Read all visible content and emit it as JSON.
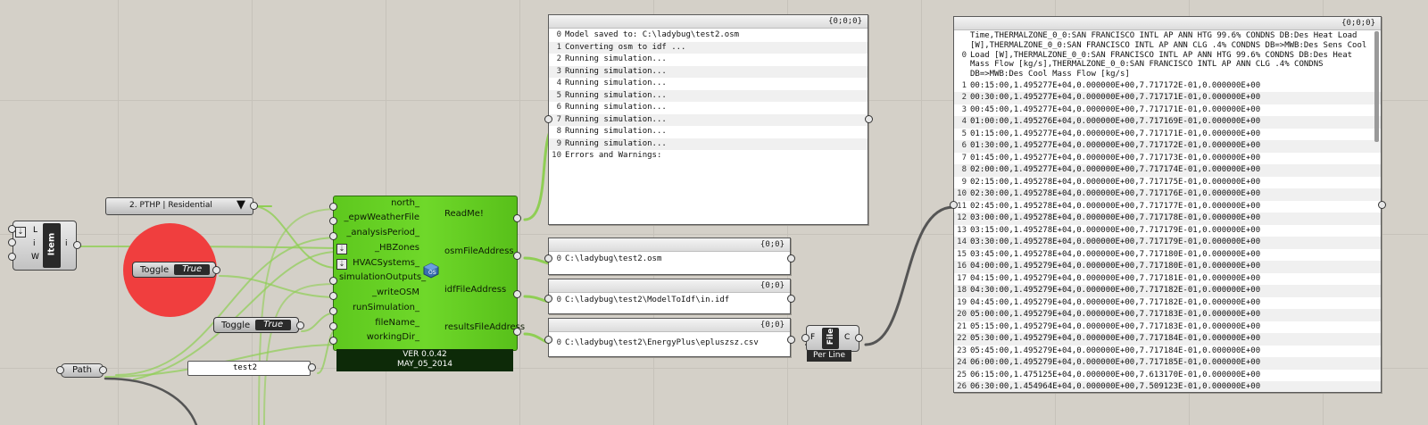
{
  "colors": {
    "canvas": "#d4d0c8",
    "component_green": "#66d124",
    "red_circle": "#f03e3e",
    "wire": "#8fce54"
  },
  "value_list": {
    "label": "2. PTHP | Residential"
  },
  "item_component": {
    "name": "Item",
    "inputs": [
      "L",
      "i",
      "W"
    ],
    "output": "i"
  },
  "toggle1": {
    "label": "Toggle",
    "value": "True"
  },
  "toggle2": {
    "label": "Toggle",
    "value": "True"
  },
  "path_param": {
    "label": "Path"
  },
  "text_param": {
    "value": "test2"
  },
  "main_component": {
    "inputs": [
      "north_",
      "_epwWeatherFile",
      "_analysisPeriod_",
      "_HBZones",
      "HVACSystems_",
      "simulationOutputs_",
      "_writeOSM",
      "runSimulation_",
      "fileName_",
      "workingDir_"
    ],
    "outputs": [
      "ReadMe!",
      "osmFileAddress",
      "idfFileAddress",
      "resultsFileAddress"
    ],
    "version": "VER 0.0.42",
    "date": "MAY_05_2014"
  },
  "readme_panel": {
    "header": "{0;0;0}",
    "rows": [
      {
        "n": "0",
        "text": "Model saved to: C:\\ladybug\\test2.osm"
      },
      {
        "n": "1",
        "text": "Converting osm to idf ..."
      },
      {
        "n": "2",
        "text": "Running simulation..."
      },
      {
        "n": "3",
        "text": "Running simulation..."
      },
      {
        "n": "4",
        "text": "Running simulation..."
      },
      {
        "n": "5",
        "text": "Running simulation..."
      },
      {
        "n": "6",
        "text": "Running simulation..."
      },
      {
        "n": "7",
        "text": "Running simulation..."
      },
      {
        "n": "8",
        "text": "Running simulation..."
      },
      {
        "n": "9",
        "text": "Running simulation..."
      },
      {
        "n": "10",
        "text": "Errors and Warnings:"
      }
    ]
  },
  "osm_panel": {
    "header": "{0;0}",
    "n": "0",
    "text": "C:\\ladybug\\test2.osm"
  },
  "idf_panel": {
    "header": "{0;0}",
    "n": "0",
    "text": "C:\\ladybug\\test2\\ModelToIdf\\in.idf"
  },
  "results_panel": {
    "header": "{0;0}",
    "n": "0",
    "text": "C:\\ladybug\\test2\\EnergyPlus\\epluszsz.csv"
  },
  "file_component": {
    "name": "File",
    "inputs": [
      "F"
    ],
    "outputs": [
      "C"
    ],
    "caption": "Per Line"
  },
  "csv_panel": {
    "header": "{0;0;0}",
    "first_row": {
      "n": "0",
      "text": "Time,THERMALZONE_0_0:SAN FRANCISCO INTL AP ANN HTG 99.6% CONDNS DB:Des Heat Load [W],THERMALZONE_0_0:SAN FRANCISCO INTL AP ANN CLG .4% CONDNS DB=>MWB:Des Sens Cool Load [W],THERMALZONE_0_0:SAN FRANCISCO INTL AP ANN HTG 99.6% CONDNS DB:Des Heat Mass Flow [kg/s],THERMALZONE_0_0:SAN FRANCISCO INTL AP ANN CLG .4% CONDNS DB=>MWB:Des Cool Mass Flow [kg/s]"
    },
    "rows": [
      {
        "n": "1",
        "text": "00:15:00,1.495277E+04,0.000000E+00,7.717172E-01,0.000000E+00"
      },
      {
        "n": "2",
        "text": "00:30:00,1.495277E+04,0.000000E+00,7.717171E-01,0.000000E+00"
      },
      {
        "n": "3",
        "text": "00:45:00,1.495277E+04,0.000000E+00,7.717171E-01,0.000000E+00"
      },
      {
        "n": "4",
        "text": "01:00:00,1.495276E+04,0.000000E+00,7.717169E-01,0.000000E+00"
      },
      {
        "n": "5",
        "text": "01:15:00,1.495277E+04,0.000000E+00,7.717171E-01,0.000000E+00"
      },
      {
        "n": "6",
        "text": "01:30:00,1.495277E+04,0.000000E+00,7.717172E-01,0.000000E+00"
      },
      {
        "n": "7",
        "text": "01:45:00,1.495277E+04,0.000000E+00,7.717173E-01,0.000000E+00"
      },
      {
        "n": "8",
        "text": "02:00:00,1.495277E+04,0.000000E+00,7.717174E-01,0.000000E+00"
      },
      {
        "n": "9",
        "text": "02:15:00,1.495278E+04,0.000000E+00,7.717175E-01,0.000000E+00"
      },
      {
        "n": "10",
        "text": "02:30:00,1.495278E+04,0.000000E+00,7.717176E-01,0.000000E+00"
      },
      {
        "n": "11",
        "text": "02:45:00,1.495278E+04,0.000000E+00,7.717177E-01,0.000000E+00"
      },
      {
        "n": "12",
        "text": "03:00:00,1.495278E+04,0.000000E+00,7.717178E-01,0.000000E+00"
      },
      {
        "n": "13",
        "text": "03:15:00,1.495278E+04,0.000000E+00,7.717179E-01,0.000000E+00"
      },
      {
        "n": "14",
        "text": "03:30:00,1.495278E+04,0.000000E+00,7.717179E-01,0.000000E+00"
      },
      {
        "n": "15",
        "text": "03:45:00,1.495278E+04,0.000000E+00,7.717180E-01,0.000000E+00"
      },
      {
        "n": "16",
        "text": "04:00:00,1.495279E+04,0.000000E+00,7.717180E-01,0.000000E+00"
      },
      {
        "n": "17",
        "text": "04:15:00,1.495279E+04,0.000000E+00,7.717181E-01,0.000000E+00"
      },
      {
        "n": "18",
        "text": "04:30:00,1.495279E+04,0.000000E+00,7.717182E-01,0.000000E+00"
      },
      {
        "n": "19",
        "text": "04:45:00,1.495279E+04,0.000000E+00,7.717182E-01,0.000000E+00"
      },
      {
        "n": "20",
        "text": "05:00:00,1.495279E+04,0.000000E+00,7.717183E-01,0.000000E+00"
      },
      {
        "n": "21",
        "text": "05:15:00,1.495279E+04,0.000000E+00,7.717183E-01,0.000000E+00"
      },
      {
        "n": "22",
        "text": "05:30:00,1.495279E+04,0.000000E+00,7.717184E-01,0.000000E+00"
      },
      {
        "n": "23",
        "text": "05:45:00,1.495279E+04,0.000000E+00,7.717184E-01,0.000000E+00"
      },
      {
        "n": "24",
        "text": "06:00:00,1.495279E+04,0.000000E+00,7.717185E-01,0.000000E+00"
      },
      {
        "n": "25",
        "text": "06:15:00,1.475125E+04,0.000000E+00,7.613170E-01,0.000000E+00"
      },
      {
        "n": "26",
        "text": "06:30:00,1.454964E+04,0.000000E+00,7.509123E-01,0.000000E+00"
      }
    ]
  }
}
